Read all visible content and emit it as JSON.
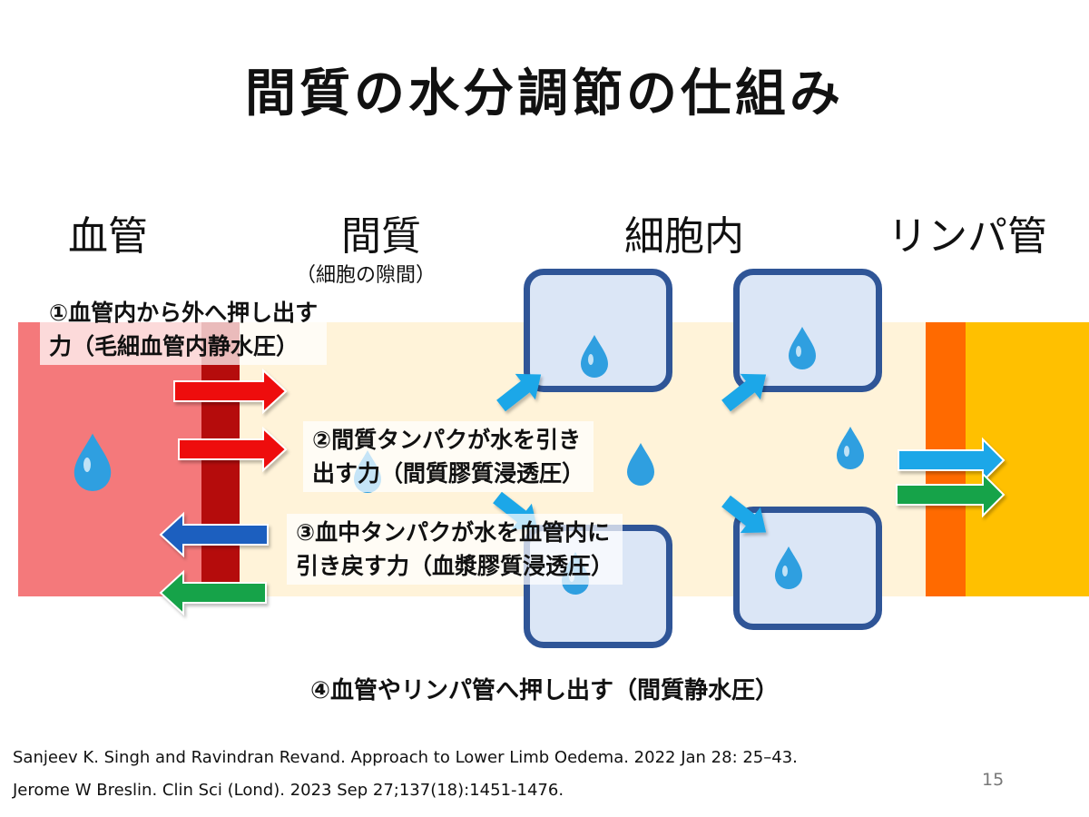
{
  "title": "間質の水分調節の仕組み",
  "columns": {
    "vessel": "血管",
    "interstitium": "間質",
    "interstitium_note": "（細胞の隙間）",
    "intracellular": "細胞内",
    "lymph": "リンパ管"
  },
  "forces": {
    "f1_line1": "①血管内から外へ押し出す",
    "f1_line2": "力（毛細血管内静水圧）",
    "f2_line1": "②間質タンパクが水を引き",
    "f2_line2": "出す力（間質膠質浸透圧）",
    "f3_line1": "③血中タンパクが水を血管内に",
    "f3_line2": "引き戻す力（血漿膠質浸透圧）",
    "f4": "④血管やリンパ管へ押し出す（間質静水圧）"
  },
  "colors": {
    "vessel": "#f4797b",
    "vessel_wall": "#b50c0c",
    "interstitium": "#fff3d9",
    "cell_border": "#2f5597",
    "cell_fill": "#dbe6f6",
    "lymph": "#ffc000",
    "lymph_wall": "#ff6a00",
    "arrow_red": "#ee1111",
    "arrow_blue": "#1ea7e8",
    "arrow_navy": "#1f5fbf",
    "arrow_green": "#16a34a",
    "drop": "#2f9fe0"
  },
  "references": [
    "Sanjeev K. Singh and Ravindran Revand. Approach to Lower Limb Oedema. 2022 Jan 28: 25–43.",
    "Jerome W Breslin. Clin Sci (Lond). 2023 Sep 27;137(18):1451-1476."
  ],
  "page_number": "15"
}
